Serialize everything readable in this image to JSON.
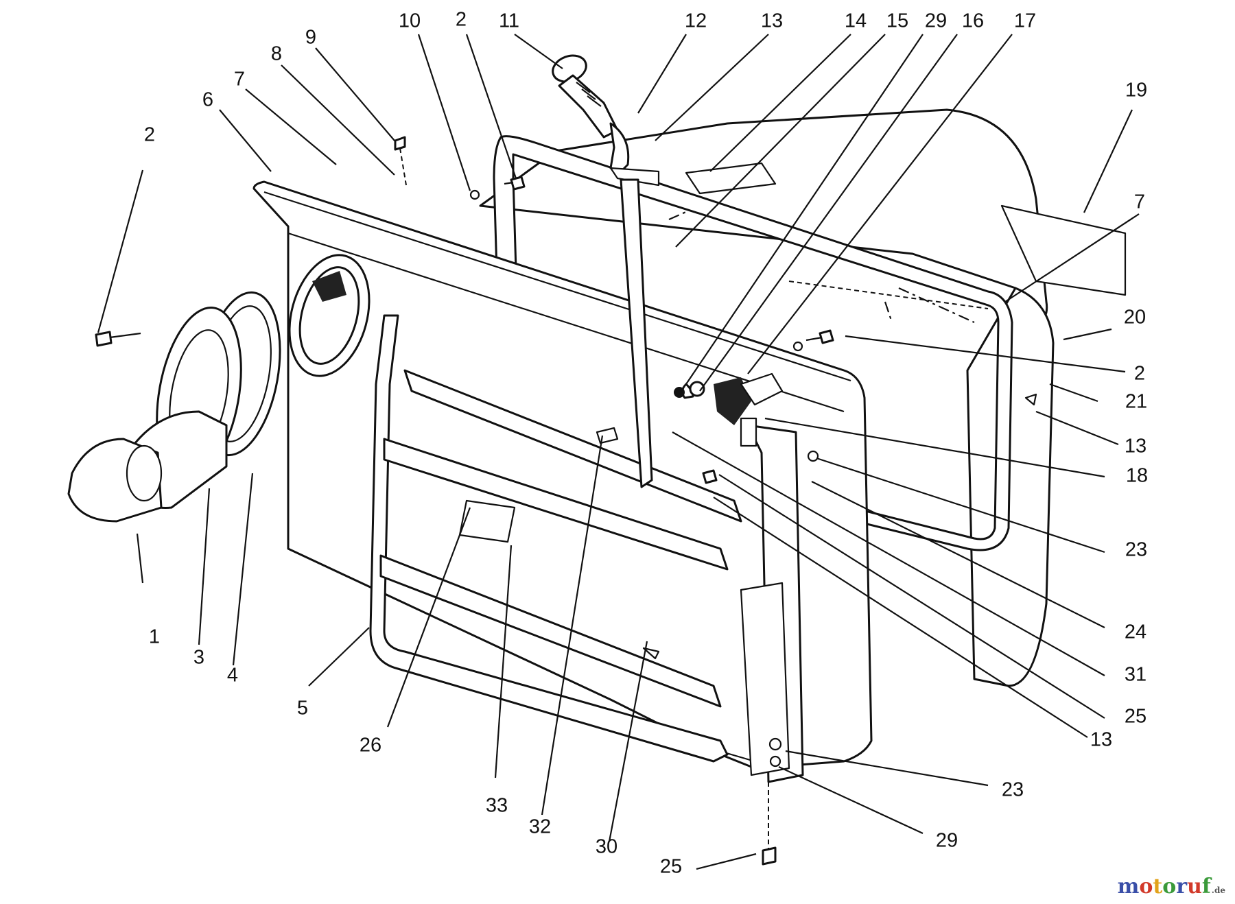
{
  "callouts": {
    "c1": "1",
    "c2a": "2",
    "c2b": "2",
    "c2c": "2",
    "c3": "3",
    "c4": "4",
    "c5": "5",
    "c6": "6",
    "c7a": "7",
    "c7b": "7",
    "c8": "8",
    "c9": "9",
    "c10": "10",
    "c11": "11",
    "c12": "12",
    "c13a": "13",
    "c13b": "13",
    "c13c": "13",
    "c14": "14",
    "c15": "15",
    "c16": "16",
    "c17": "17",
    "c18": "18",
    "c19": "19",
    "c20": "20",
    "c21": "21",
    "c23a": "23",
    "c23b": "23",
    "c24": "24",
    "c25a": "25",
    "c25b": "25",
    "c26": "26",
    "c29a": "29",
    "c29b": "29",
    "c30": "30",
    "c31": "31",
    "c32": "32",
    "c33": "33"
  },
  "watermark": {
    "letters": [
      "m",
      "o",
      "t",
      "o",
      "r",
      "u",
      "f"
    ],
    "colors": [
      "#3a4fa8",
      "#d23a2a",
      "#e2a21b",
      "#3a9a3a",
      "#3a4fa8",
      "#d23a2a",
      "#3a9a3a"
    ],
    "suffix": ".de"
  }
}
